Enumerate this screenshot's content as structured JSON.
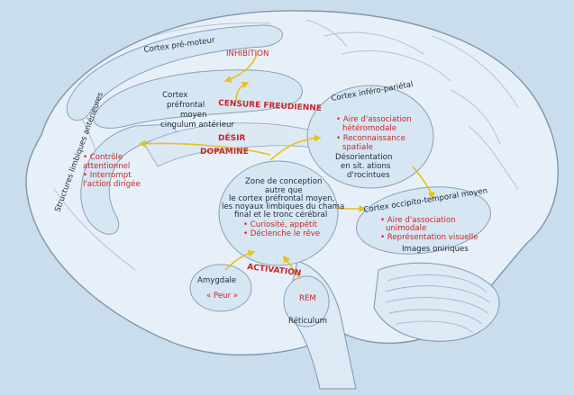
{
  "labels": {
    "premotor": "Cortex pré-moteur",
    "inhibition": "INHIBITION",
    "pfc_line1": "Cortex",
    "pfc_line2": "préfrontal",
    "pfc_line3": "moyen",
    "pfc_line4": "cingulum antérieur",
    "censure": "CENSURE FREUDIENNE",
    "desir": "DÉSIR",
    "dopamine": "DOPAMINE",
    "limbic_title": "Structures limbiques antérieures",
    "limbic_b1a": "• Contrôle",
    "limbic_b1b": "attentionnel",
    "limbic_b2a": "• Interrompt",
    "limbic_b2b": "l'action dirigée",
    "parietal_title": "Cortex inféro-pariétal",
    "parietal_b1a": "• Aire d'association",
    "parietal_b1b": "hétéromodale",
    "parietal_b2a": "• Reconnaissance",
    "parietal_b2b": "spatiale",
    "parietal_n1": "Désorientation",
    "parietal_n2": "en sit. ations",
    "parietal_n3": "d'rocintues",
    "zone_l1": "Zone de conception",
    "zone_l2": "autre que",
    "zone_l3": "le cortex préfrontal moyen,",
    "zone_l4": "les noyaux limbiques du chama",
    "zone_l5": "final et le tronc cérébral",
    "zone_b1": "• Curiosité, appétit",
    "zone_b2": "• Déclenche le rêve",
    "occ_title": "Cortex occipito-temporal moyen",
    "occ_b1a": "• Aire d'association",
    "occ_b1b": "unimodale",
    "occ_b2": "• Représentation visuelle",
    "occ_n1": "Images oniriques",
    "activation": "ACTIVATION",
    "amygdale": "Amygdale",
    "peur": "« Peur »",
    "rem": "REM",
    "reticulum": "Réticulum"
  },
  "colors": {
    "background": "#c9ddec",
    "brain": "#e7f0f8",
    "outline": "#7f96ad",
    "annotation": "#c8262a",
    "arrow": "#f1d21f",
    "text": "#1e2a3a"
  }
}
